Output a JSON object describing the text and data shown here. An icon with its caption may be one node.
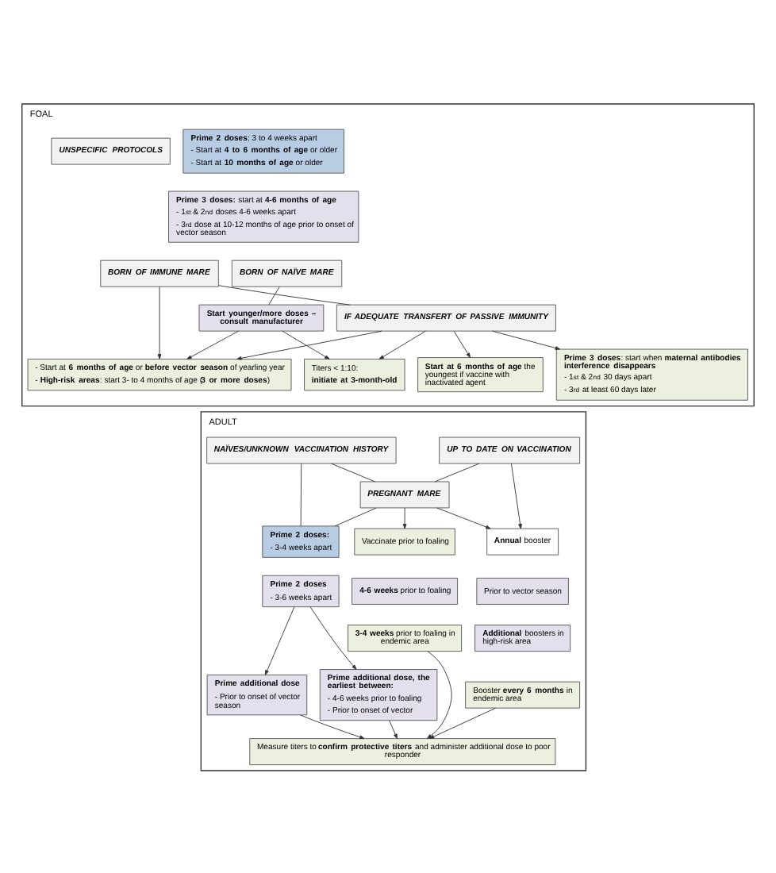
{
  "diagram": {
    "nodes": [
      {
        "text": [
          "FOAL"
        ]
      },
      {
        "text": [
          "UNSPECIFIC PROTOCOLS"
        ],
        "in": 0
      },
      {
        "text": [
          "**Prime 2 doses**: 3 to 4 weeks apart",
          "- Start at **4 to 6 months of age** or older",
          "- Start at **10 months of age** or older"
        ],
        "in": 0
      },
      {
        "text": [
          "**Prime 3 doses:** start at **4-6 months of age**",
          "- 1$^{st}$ & 2$^{nd}$ doses 4-6 weeks apart",
          "- 3$^{rd}$ dose at 10-12 months of age prior to onset of vector season"
        ],
        "in": 0
      },
      {
        "text": [
          "BORN OF NAÏVE MARE"
        ],
        "in": 0
      },
      {
        "text": [
          "BORN OF IMMUNE MARE"
        ],
        "in": 0
      },
      {
        "text": [
          "IF ADEQUATE TRANSFERT OF PASSIVE IMMUNITY"
        ],
        "in": 0
      },
      {
        "text": [
          "Start younger/more doses – consult manufacturer"
        ],
        "in": 0
      },
      {
        "text": [
          "Titers < 1:10:",
          "initiate at 3-month-old"
        ],
        "in": 0
      },
      {
        "text": [
          "**Start at 6 months of age** the youngest if vaccine with inactivated agent"
        ],
        "in": 0
      },
      {
        "text": [
          "- Start at **6 months of age** or **before vector season** of yearling year",
          "- **High-risk areas**: start 3- to 4 months of age (**3 or more doses**)"
        ],
        "in": 0
      },
      {
        "text": [
          "**Prime 3 doses**: start when **maternal antibodies interference disappears**",
          "- 1$^{st}$ & 2$^{nd}$ 30 days apart",
          "- 3$^{rd}$ at least 60 days later"
        ],
        "in": 0
      },
      {
        "text": [
          "ADULT"
        ]
      },
      {
        "text": [
          "NAÏVES/UNKNOWN VACCINATION HISTORY"
        ],
        "in": 12
      },
      {
        "text": [
          "UP TO DATE ON VACCINATION"
        ],
        "in": 12
      },
      {
        "text": [
          "PREGNANT MARE"
        ],
        "in": 12
      },
      {
        "text": [
          "Prime 2 doses:",
          "- 3-4 weeks apart"
        ],
        "in": 12
      },
      {
        "text": [
          "Prime 2 doses",
          "- 3-6 weeks apart"
        ],
        "in": 12
      },
      {
        "text": [
          "Vaccinate prior to foaling"
        ],
        "in": 12
      },
      {
        "text": [
          "**4-6 weeks** prior to foaling"
        ],
        "in": 12
      },
      {
        "text": [
          "**3-4 weeks** prior to foaling in endemic area"
        ],
        "in": 12
      },
      {
        "text": [
          "**Annual** booster"
        ],
        "in": 12
      },
      {
        "text": [
          "Prior to vector season"
        ],
        "in": 12
      },
      {
        "text": [
          "**Additional** boosters in high-risk area"
        ],
        "in": 12
      },
      {
        "text": [
          "Booster **every 6 months** in endemic area"
        ],
        "in": 12
      },
      {
        "text": [
          "Prime additional dose",
          "- Prior to onset of vector season"
        ],
        "in": 12
      },
      {
        "text": [
          "Prime additional dose, the earliest between:",
          "- 4-6 weeks prior to foaling",
          "- Prior to onset of vector"
        ],
        "in": 12
      },
      {
        "text": [
          "Measure titers to **confirm protective titers** and administer additional dose to poor responder"
        ],
        "in": 12
      }
    ],
    "edges": [
      {
        "from": 4,
        "to": 7,
        "arrow": "none"
      },
      {
        "from": 7,
        "to": 8,
        "arrow": "to"
      },
      {
        "from": 7,
        "to": 10,
        "arrow": "to"
      },
      {
        "from": 5,
        "to": 6,
        "arrow": "none"
      },
      {
        "from": 5,
        "to": 10,
        "arrow": "to"
      },
      {
        "from": 6,
        "to": 10,
        "arrow": "to"
      },
      {
        "from": 6,
        "to": 8,
        "arrow": "to"
      },
      {
        "from": 6,
        "to": 11,
        "arrow": "to"
      },
      {
        "from": 6,
        "to": 9,
        "arrow": "to"
      },
      {
        "from": 13,
        "to": 16,
        "arrow": "none"
      },
      {
        "from": 13,
        "to": 15,
        "arrow": "none"
      },
      {
        "from": 15,
        "to": 16,
        "arrow": "none"
      },
      {
        "from": 14,
        "to": 15,
        "arrow": "none"
      },
      {
        "from": 15,
        "to": 18,
        "arrow": "to"
      },
      {
        "from": 15,
        "to": 21,
        "arrow": "to"
      },
      {
        "from": 14,
        "to": 21,
        "arrow": "to"
      },
      {
        "from": 17,
        "to": 25,
        "arrow": "to"
      },
      {
        "from": 17,
        "to": 26,
        "arrow": "to"
      },
      {
        "from": 25,
        "to": 27,
        "arrow": "to"
      },
      {
        "from": 26,
        "to": 27,
        "arrow": "to"
      },
      {
        "from": 20,
        "to": 27,
        "arrow": "to"
      },
      {
        "from": 24,
        "to": 27,
        "arrow": "to"
      }
    ]
  }
}
